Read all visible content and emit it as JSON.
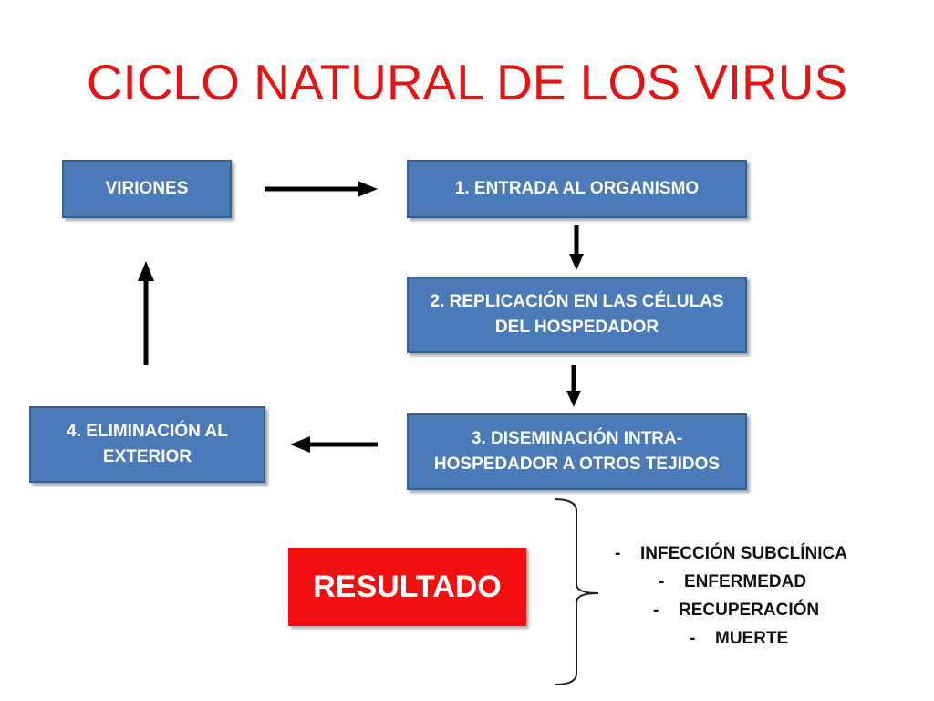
{
  "title": "CICLO NATURAL DE LOS VIRUS",
  "boxes": {
    "virions": "VIRIONES",
    "entry": "1. ENTRADA AL ORGANISMO",
    "replication_line1": "2. REPLICACIÓN EN LAS CÉLULAS",
    "replication_line2": "DEL HOSPEDADOR",
    "dissemination_line1": "3. DISEMINACIÓN INTRA-",
    "dissemination_line2": "HOSPEDADOR A OTROS TEJIDOS",
    "elimination_line1": "4. ELIMINACIÓN AL",
    "elimination_line2": "EXTERIOR"
  },
  "result": "RESULTADO",
  "outcomes": {
    "dash": "-",
    "items": [
      "INFECCIÓN SUBCLÍNICA",
      "ENFERMEDAD",
      "RECUPERACIÓN",
      "MUERTE"
    ]
  },
  "colors": {
    "title": "#e31414",
    "box_fill": "#4a7ab8",
    "box_border": "#3a5f8e",
    "result_fill": "#f21010"
  }
}
